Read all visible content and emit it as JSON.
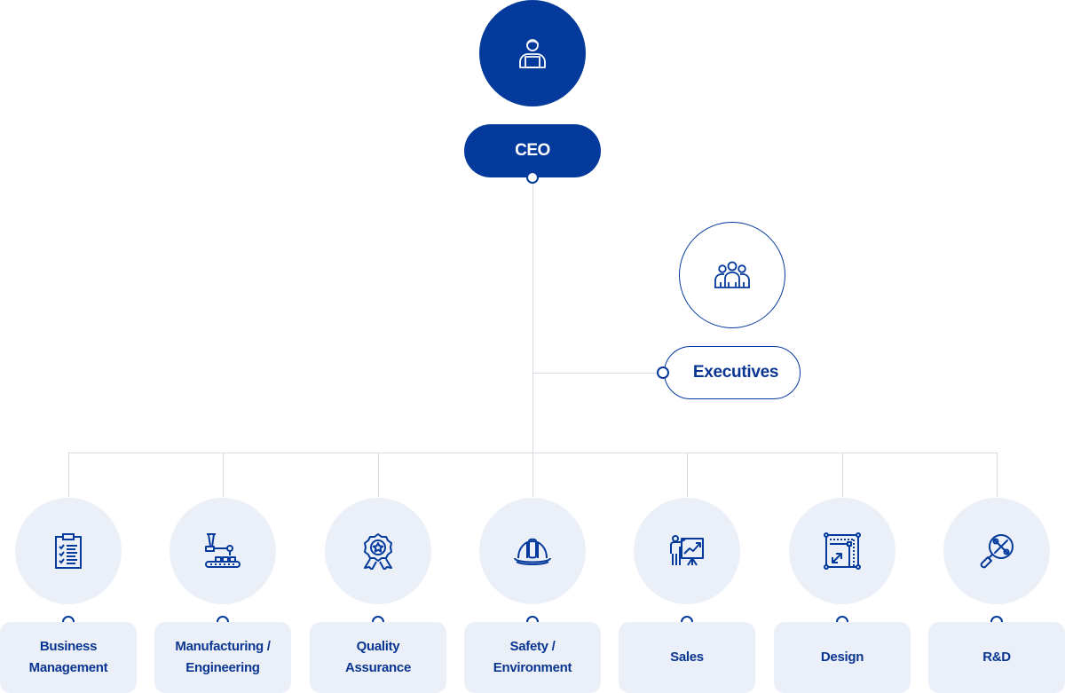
{
  "colors": {
    "primary": "#043a9c",
    "text": "#0a3691",
    "light": "#ebeff8",
    "line": "#d6d9e0"
  },
  "ceo": {
    "label": "CEO",
    "icon": "person-laptop-icon"
  },
  "executives": {
    "label": "Executives",
    "icon": "team-icon"
  },
  "departments": [
    {
      "line1": "Business",
      "line2": "Management",
      "icon": "clipboard-checklist-icon"
    },
    {
      "line1": "Manufacturing /",
      "line2": "Engineering",
      "icon": "robot-arm-conveyor-icon"
    },
    {
      "line1": "Quality",
      "line2": "Assurance",
      "icon": "award-badge-icon"
    },
    {
      "line1": "Safety /",
      "line2": "Environment",
      "icon": "hard-hat-icon"
    },
    {
      "line1": "Sales",
      "line2": "",
      "icon": "presentation-chart-icon"
    },
    {
      "line1": "Design",
      "line2": "",
      "icon": "design-resize-icon"
    },
    {
      "line1": "R&D",
      "line2": "",
      "icon": "magnifier-tools-icon"
    }
  ]
}
